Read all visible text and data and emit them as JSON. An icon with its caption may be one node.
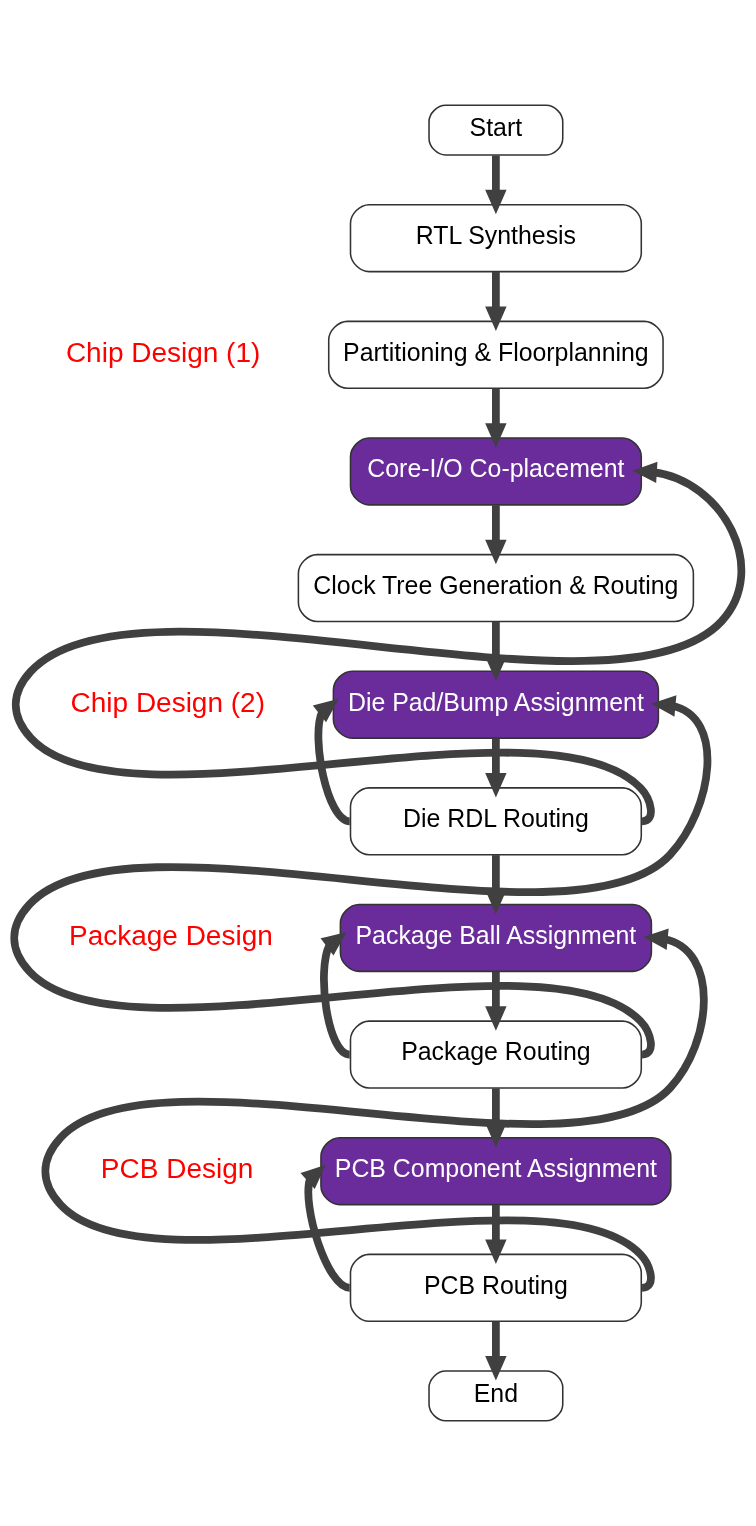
{
  "diagram": {
    "nodes": [
      {
        "text": [
          "Start"
        ]
      },
      {
        "text": [
          "RTL Synthesis"
        ]
      },
      {
        "text": [
          "Partitioning & Floorplanning"
        ]
      },
      {
        "text": [
          "Core-I/O Co-placement"
        ]
      },
      {
        "text": [
          "Clock Tree Generation & Routing"
        ]
      },
      {
        "text": [
          "Die Pad/Bump Assignment"
        ]
      },
      {
        "text": [
          "Die RDL Routing"
        ]
      },
      {
        "text": [
          "Package Ball Assignment"
        ]
      },
      {
        "text": [
          "Package Routing"
        ]
      },
      {
        "text": [
          "PCB Component Assignment"
        ]
      },
      {
        "text": [
          "PCB Routing"
        ]
      },
      {
        "text": [
          "End"
        ]
      }
    ],
    "edges": [
      {
        "from": 0,
        "to": 1,
        "arrow": "to"
      },
      {
        "from": 1,
        "to": 2,
        "arrow": "to"
      },
      {
        "from": 2,
        "to": 3,
        "arrow": "to"
      },
      {
        "from": 3,
        "to": 4,
        "arrow": "to"
      },
      {
        "from": 4,
        "to": 5,
        "arrow": "to"
      },
      {
        "from": 5,
        "to": 6,
        "arrow": "to"
      },
      {
        "from": 6,
        "to": 5,
        "arrow": "to"
      },
      {
        "from": 6,
        "to": 3,
        "arrow": "to"
      },
      {
        "from": 6,
        "to": 7,
        "arrow": "to"
      },
      {
        "from": 7,
        "to": 8,
        "arrow": "to"
      },
      {
        "from": 8,
        "to": 7,
        "arrow": "to"
      },
      {
        "from": 8,
        "to": 5,
        "arrow": "to"
      },
      {
        "from": 8,
        "to": 9,
        "arrow": "to"
      },
      {
        "from": 9,
        "to": 10,
        "arrow": "to"
      },
      {
        "from": 10,
        "to": 9,
        "arrow": "to"
      },
      {
        "from": 10,
        "to": 7,
        "arrow": "to"
      },
      {
        "from": 10,
        "to": 11,
        "arrow": "to"
      }
    ],
    "labels": [
      "Chip Design (1)",
      "Chip Design (2)",
      "Package Design",
      "PCB Design"
    ]
  }
}
